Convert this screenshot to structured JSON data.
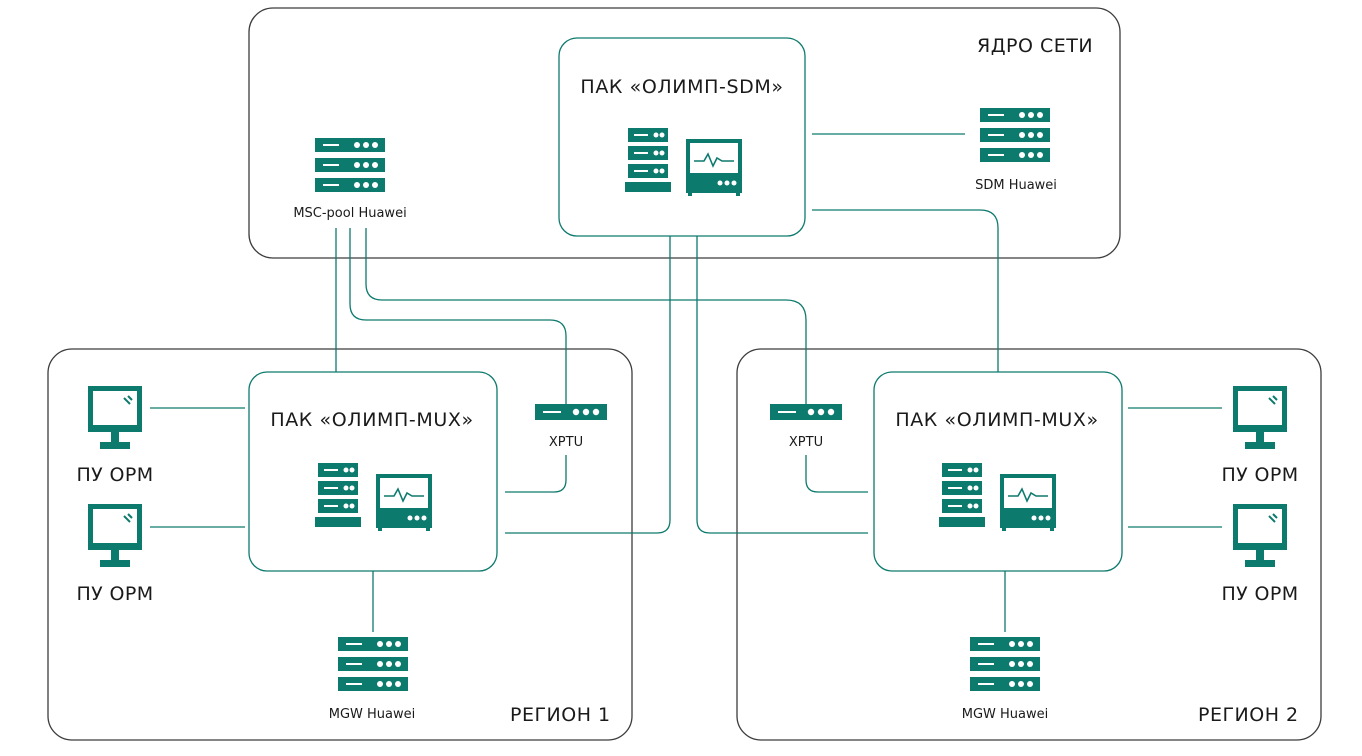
{
  "zones": {
    "core": "ЯДРО СЕТИ",
    "region1": "РЕГИОН 1",
    "region2": "РЕГИОН 2"
  },
  "complexes": {
    "sdm": "ПАК «ОЛИМП-SDM»",
    "mux1": "ПАК «ОЛИМП-MUX»",
    "mux2": "ПАК «ОЛИМП-MUX»"
  },
  "devices": {
    "msc_pool": "MSC-pool Huawei",
    "sdm_huawei": "SDM Huawei",
    "mgw1": "MGW Huawei",
    "mgw2": "MGW Huawei",
    "xptu1": "XPTU",
    "xptu2": "XPTU"
  },
  "terminals": {
    "r1_top": "ПУ ОРМ",
    "r1_bottom": "ПУ ОРМ",
    "r2_top": "ПУ ОРМ",
    "r2_bottom": "ПУ ОРМ"
  },
  "colors": {
    "accent": "#0d7a6e",
    "zone_border": "#3c3c3c"
  },
  "icons": [
    "server-icon",
    "workstation-icon",
    "monitor-icon",
    "router-icon"
  ]
}
